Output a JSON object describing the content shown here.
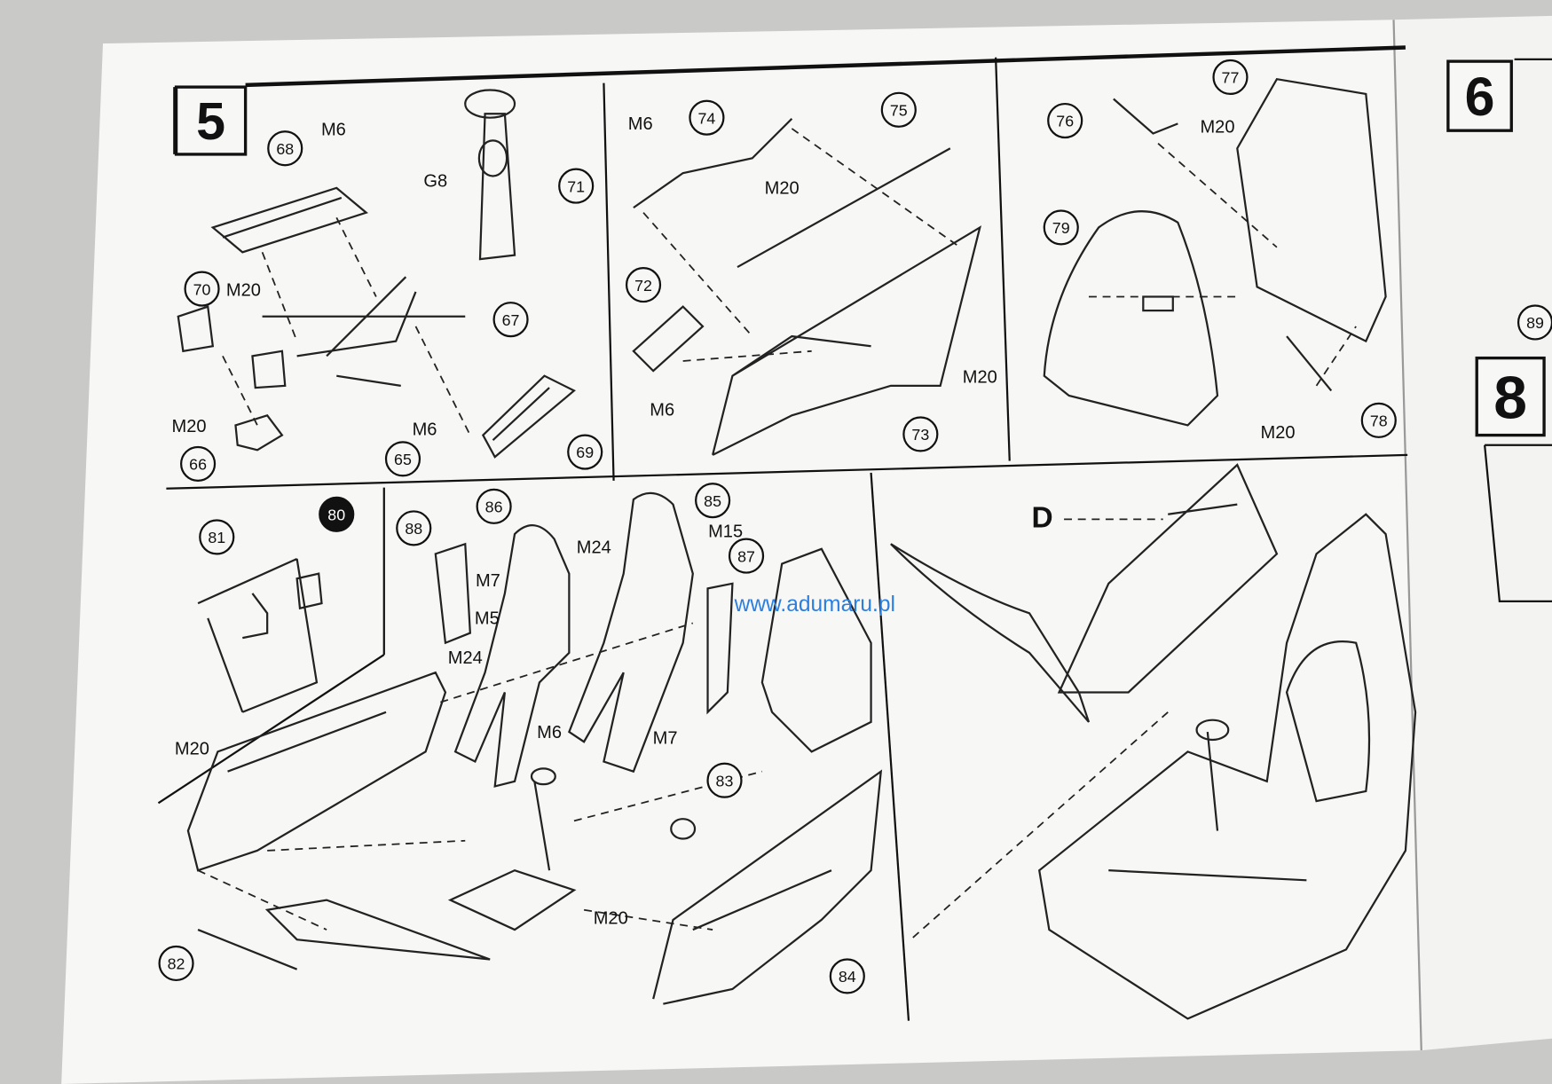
{
  "steps": [
    "5",
    "6",
    "8"
  ],
  "watermark": "www.adumaru.pl",
  "callouts": [
    {
      "n": "68"
    },
    {
      "n": "71"
    },
    {
      "n": "70"
    },
    {
      "n": "67"
    },
    {
      "n": "66"
    },
    {
      "n": "65"
    },
    {
      "n": "69"
    },
    {
      "n": "74"
    },
    {
      "n": "75"
    },
    {
      "n": "72"
    },
    {
      "n": "73"
    },
    {
      "n": "76"
    },
    {
      "n": "77"
    },
    {
      "n": "79"
    },
    {
      "n": "78"
    },
    {
      "n": "81"
    },
    {
      "n": "80",
      "filled": true
    },
    {
      "n": "88"
    },
    {
      "n": "86"
    },
    {
      "n": "85"
    },
    {
      "n": "87"
    },
    {
      "n": "83"
    },
    {
      "n": "82"
    },
    {
      "n": "84"
    },
    {
      "n": "89"
    }
  ],
  "labels": [
    "M6",
    "G8",
    "M20",
    "M20",
    "M6",
    "M6",
    "M20",
    "M20",
    "M6",
    "M20",
    "M20",
    "M24",
    "M15",
    "M7",
    "M5",
    "M24",
    "M6",
    "M7",
    "M20",
    "M20",
    "D"
  ],
  "colors": {
    "paper": "#f7f7f5",
    "ink": "#111111",
    "background": "#c9c9c7",
    "watermark": "#2b7fe0"
  }
}
